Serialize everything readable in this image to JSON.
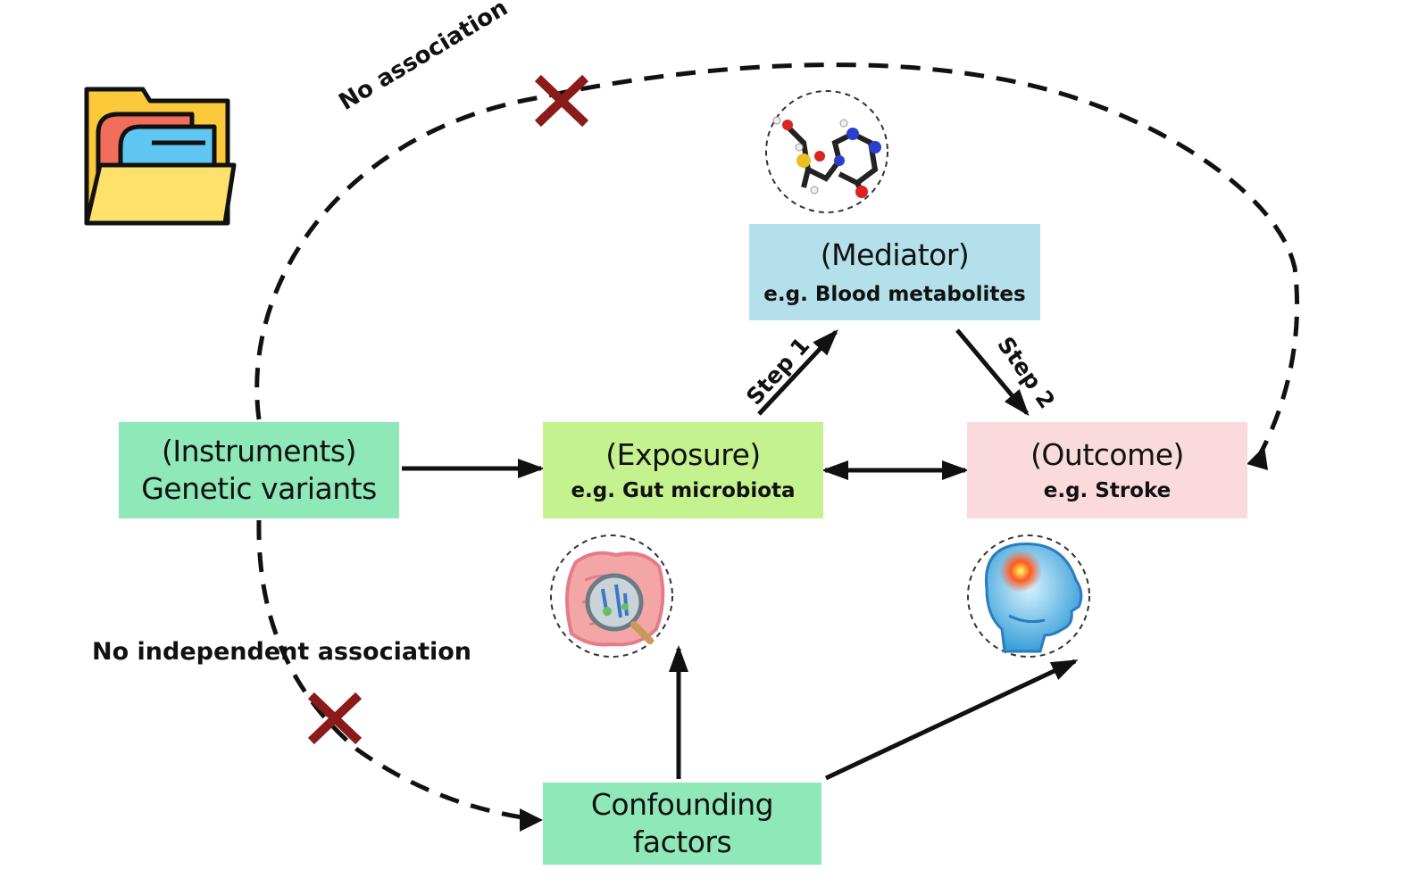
{
  "diagram": {
    "nodes": {
      "instruments": {
        "title": "(Instruments)",
        "subtitle": "Genetic variants"
      },
      "exposure": {
        "title": "(Exposure)",
        "subtitle": "e.g. Gut microbiota"
      },
      "outcome": {
        "title": "(Outcome)",
        "subtitle": "e.g. Stroke"
      },
      "mediator": {
        "title": "(Mediator)",
        "subtitle": "e.g. Blood metabolites"
      },
      "confounding": {
        "line1": "Confounding",
        "line2": "factors"
      }
    },
    "labels": {
      "no_association": "No association",
      "no_independent_association": "No independent association",
      "step1": "Step 1",
      "step2": "Step 2"
    },
    "icons": [
      "folder-icon",
      "molecule-icon",
      "intestine-icon",
      "brain-icon",
      "cross-mark-icon"
    ],
    "colors": {
      "instruments": "#8fe8b8",
      "exposure": "#c4f28e",
      "outcome": "#fadadd",
      "mediator": "#b3e0ea",
      "confounding": "#8fe8b8",
      "cross": "#8b1a1a"
    }
  }
}
